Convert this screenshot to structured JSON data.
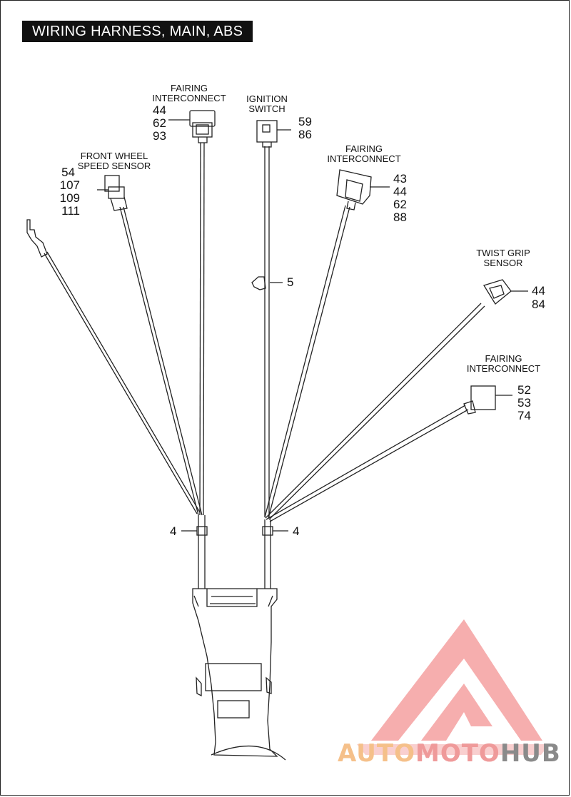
{
  "title": "WIRING HARNESS, MAIN, ABS",
  "components": {
    "fairing_top": {
      "label_1": "FAIRING",
      "label_2": "INTERCONNECT",
      "refs": [
        "44",
        "62",
        "93"
      ]
    },
    "ignition": {
      "label_1": "IGNITION",
      "label_2": "SWITCH",
      "refs": [
        "59",
        "86"
      ]
    },
    "front_wheel": {
      "label_1": "FRONT WHEEL",
      "label_2": "SPEED SENSOR",
      "refs": [
        "54",
        "107",
        "109",
        "111"
      ]
    },
    "fairing_right": {
      "label_1": "FAIRING",
      "label_2": "INTERCONNECT",
      "refs": [
        "43",
        "44",
        "62",
        "88"
      ]
    },
    "twist_grip": {
      "label_1": "TWIST GRIP",
      "label_2": "SENSOR",
      "refs": [
        "44",
        "84"
      ]
    },
    "fairing_lower": {
      "label_1": "FAIRING",
      "label_2": "INTERCONNECT",
      "refs": [
        "52",
        "53",
        "74"
      ]
    }
  },
  "clip_ref": "5",
  "strap_left_ref": "4",
  "strap_right_ref": "4",
  "watermark": {
    "part_1": "AUTO",
    "part_2": "MOTO",
    "part_3": "HUB",
    "color_1": "#f5c08a",
    "color_2": "#ef9a9a",
    "color_3": "#8a8a8a"
  },
  "colors": {
    "title_bg": "#111111",
    "line": "#222222",
    "logo_red": "#f4a0a0"
  }
}
